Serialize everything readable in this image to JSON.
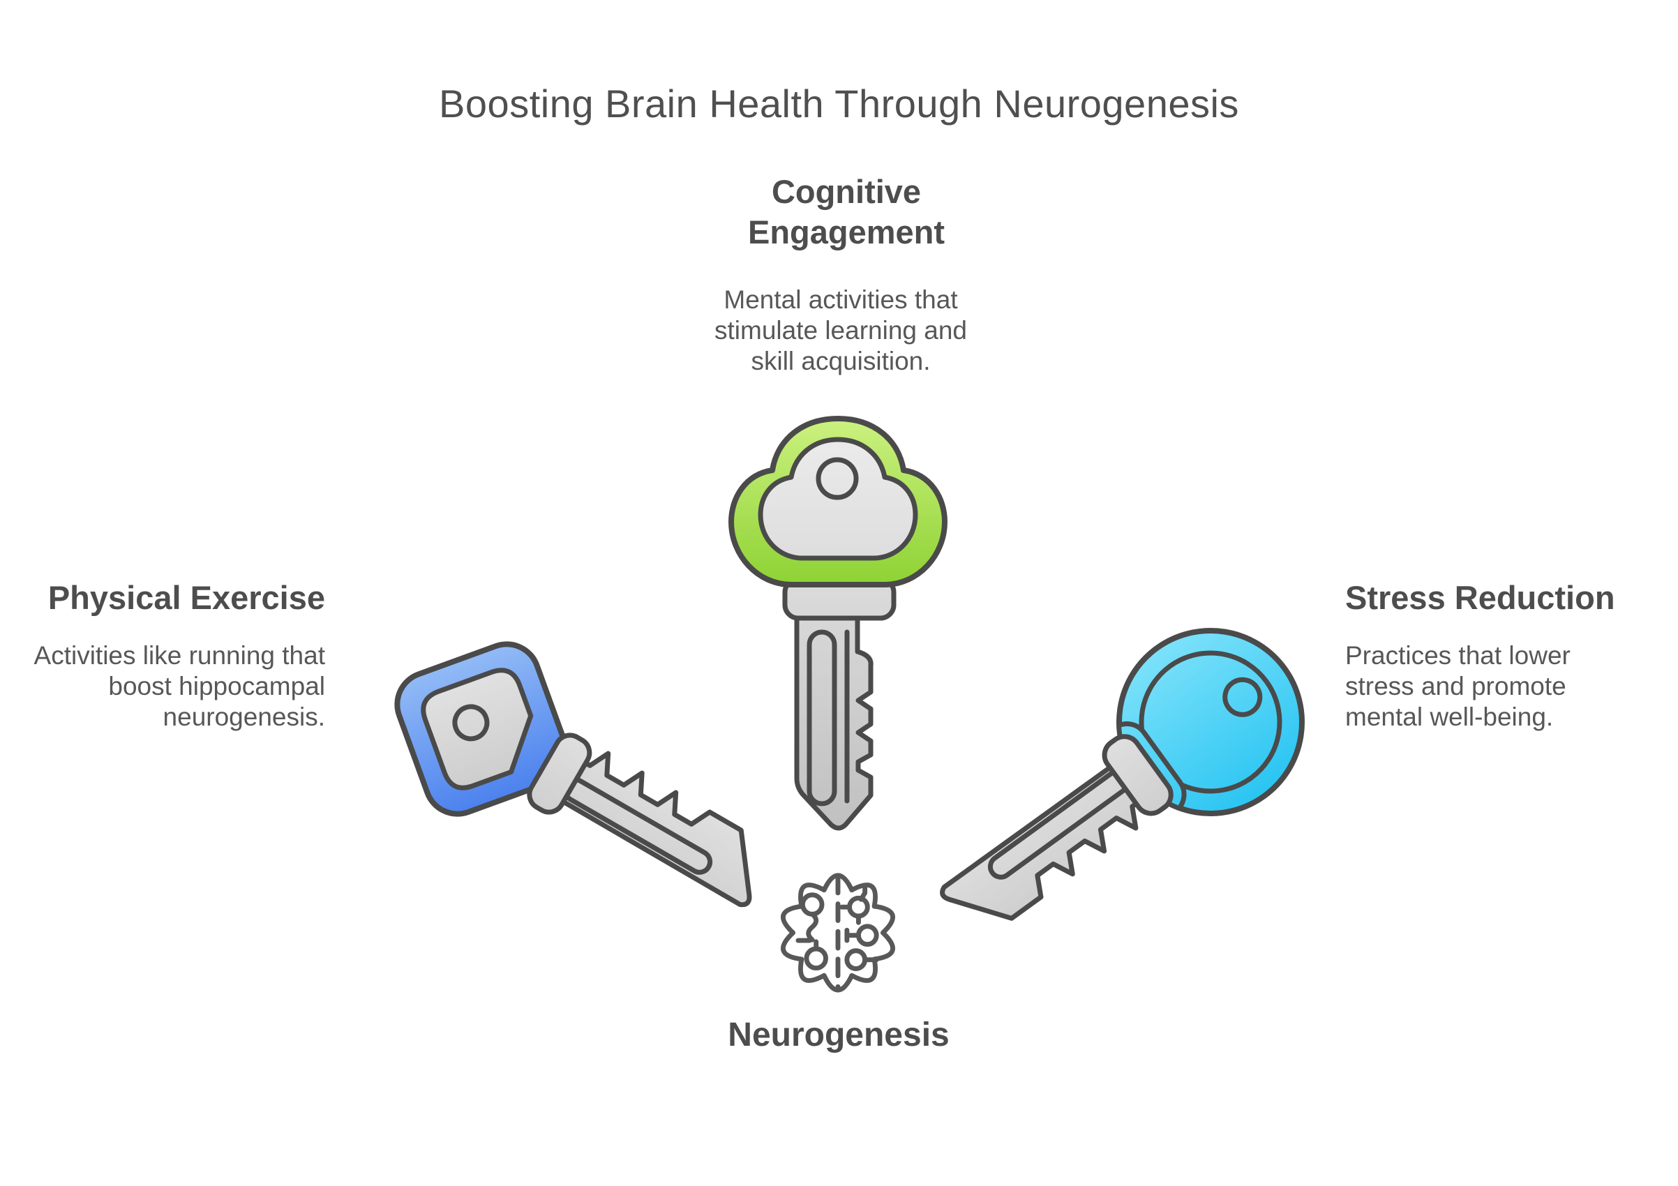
{
  "title": "Boosting Brain Health Through Neurogenesis",
  "nodes": {
    "cognitive": {
      "heading": "Cognitive Engagement",
      "description": "Mental activities that stimulate learning and skill acquisition.",
      "icon": "cloud-key-icon",
      "accent": "#8dd233"
    },
    "physical": {
      "heading": "Physical Exercise",
      "description": "Activities like running that boost hippocampal neurogenesis.",
      "icon": "square-key-icon",
      "accent": "#4a80ee"
    },
    "stress": {
      "heading": "Stress Reduction",
      "description": "Practices that lower stress and promote mental well-being.",
      "icon": "round-key-icon",
      "accent": "#28c4f2"
    }
  },
  "center": {
    "label": "Neurogenesis",
    "icon": "brain-circuit-icon"
  },
  "colors": {
    "outline": "#4a4a4a",
    "key_gray_light": "#eaeaea",
    "key_gray_dark": "#c3c3c3",
    "green_light": "#ccf180",
    "green_dark": "#8dd233",
    "blue_light": "#94bcf6",
    "blue_dark": "#4a80ee",
    "cyan_light": "#7ee2fa",
    "cyan_dark": "#28c4f2",
    "heading_text": "#4d4d4d",
    "body_text": "#575757",
    "background": "#ffffff"
  }
}
